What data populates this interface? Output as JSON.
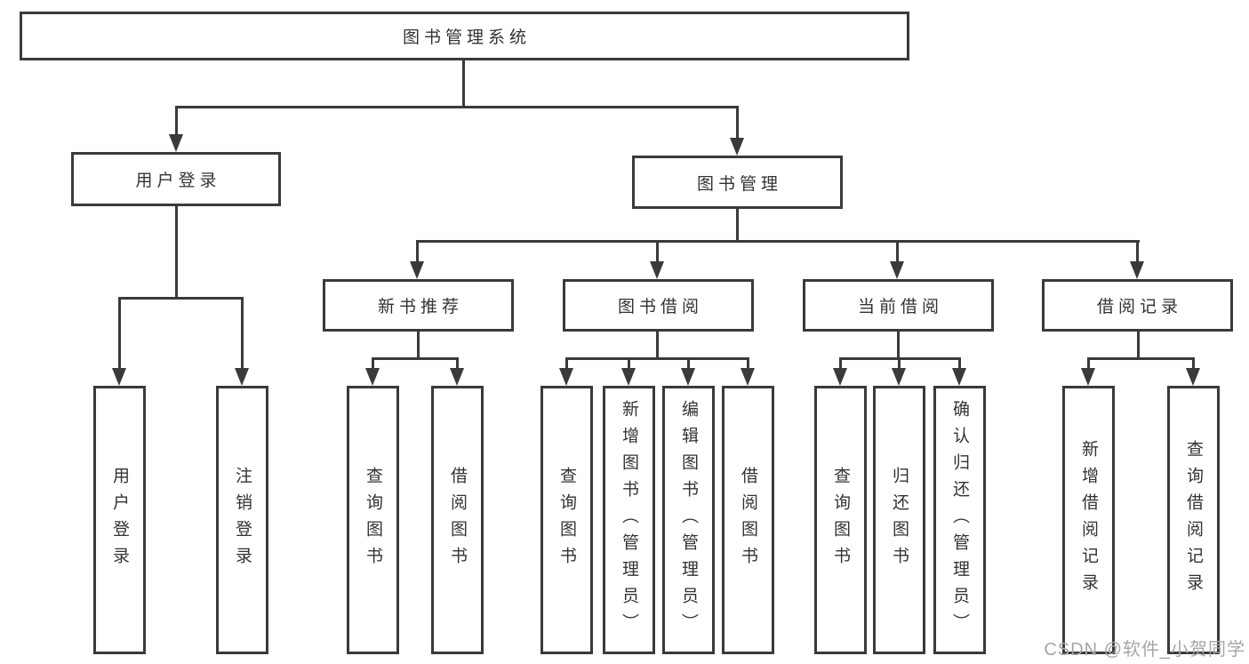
{
  "tree": {
    "root": {
      "label": "图书管理系统",
      "children": [
        {
          "label": "用户登录",
          "children": [
            {
              "label": "用户登录"
            },
            {
              "label": "注销登录"
            }
          ]
        },
        {
          "label": "图书管理",
          "children": [
            {
              "label": "新书推荐",
              "children": [
                {
                  "label": "查询图书"
                },
                {
                  "label": "借阅图书"
                }
              ]
            },
            {
              "label": "图书借阅",
              "children": [
                {
                  "label": "查询图书"
                },
                {
                  "label": "新增图书（管理员）"
                },
                {
                  "label": "编辑图书（管理员）"
                },
                {
                  "label": "借阅图书"
                }
              ]
            },
            {
              "label": "当前借阅",
              "children": [
                {
                  "label": "查询图书"
                },
                {
                  "label": "归还图书"
                },
                {
                  "label": "确认归还（管理员）"
                }
              ]
            },
            {
              "label": "借阅记录",
              "children": [
                {
                  "label": "新增借阅记录"
                },
                {
                  "label": "查询借阅记录"
                }
              ]
            }
          ]
        }
      ]
    }
  },
  "watermark": {
    "text": "CSDN @软件_小贺同学"
  },
  "colors": {
    "line": "#3a3a3a",
    "text": "#333333",
    "background": "#ffffff",
    "watermark": "#a8a4a8"
  }
}
